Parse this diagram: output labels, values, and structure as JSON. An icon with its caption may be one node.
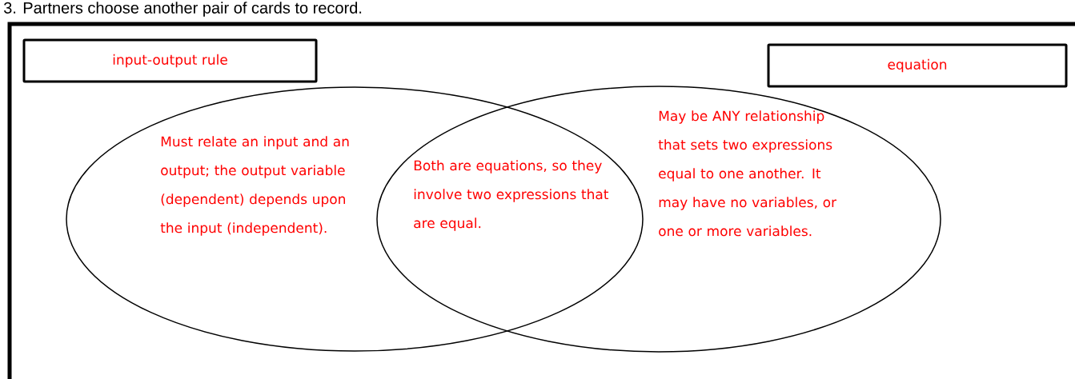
{
  "diagram": {
    "title": "3. Partners choose another pair of cards to record.",
    "nodes": [
      {
        "text": [
          "input-output rule"
        ]
      },
      {
        "text": [
          "equation"
        ]
      },
      {
        "text": [
          "Must relate an input and an output; the output variable (dependent) depends upon the input (independent)."
        ]
      },
      {
        "text": [
          "May be ANY relationship that sets two expressions equal to one another.  It may have no variables, or one or more variables."
        ]
      }
    ],
    "labels": [
      "Both are equations, so they involve two expressions that are equal."
    ]
  }
}
